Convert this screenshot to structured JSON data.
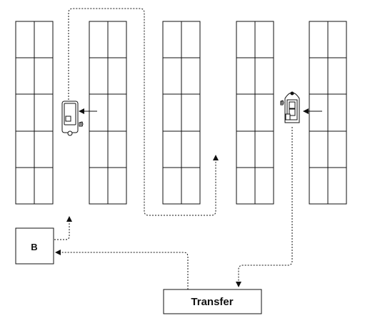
{
  "labels": {
    "b_box": "B",
    "transfer_box": "Transfer"
  },
  "colors": {
    "line": "#111111",
    "background": "#ffffff"
  },
  "layout_info": {
    "rack_count": 5,
    "rack_rows": 5,
    "rack_columns": 2,
    "vehicles": 2
  }
}
